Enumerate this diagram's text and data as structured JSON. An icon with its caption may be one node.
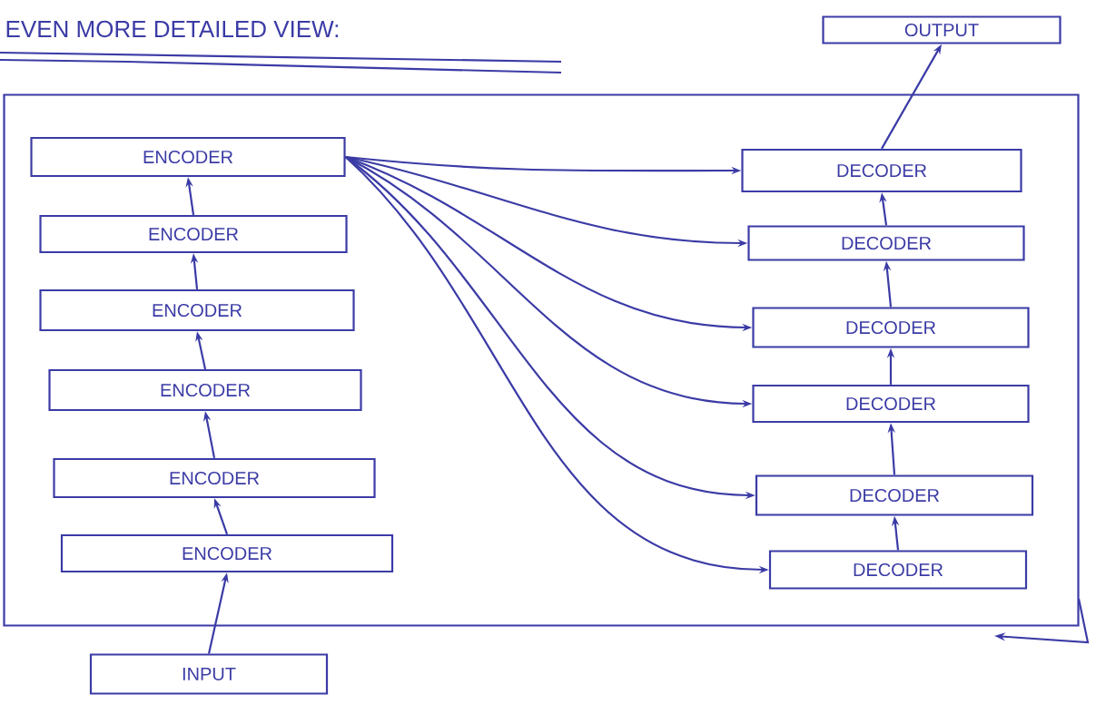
{
  "diagram": {
    "title": "EVEN MORE DETAILED VIEW:",
    "nodes": [
      {
        "text": [],
        "shape": "box"
      },
      {
        "text": [
          "ENCODER"
        ],
        "in": 0
      },
      {
        "text": [
          "ENCODER"
        ],
        "in": 0
      },
      {
        "text": [
          "ENCODER"
        ],
        "in": 0
      },
      {
        "text": [
          "ENCODER"
        ],
        "in": 0
      },
      {
        "text": [
          "ENCODER"
        ],
        "in": 0
      },
      {
        "text": [
          "ENCODER"
        ],
        "in": 0
      },
      {
        "text": [
          "DECODER"
        ],
        "in": 0
      },
      {
        "text": [
          "DECODER"
        ],
        "in": 0
      },
      {
        "text": [
          "DECODER"
        ],
        "in": 0
      },
      {
        "text": [
          "DECODER"
        ],
        "in": 0
      },
      {
        "text": [
          "DECODER"
        ],
        "in": 0
      },
      {
        "text": [
          "DECODER"
        ],
        "in": 0
      },
      {
        "text": [
          "INPUT"
        ]
      },
      {
        "text": [
          "OUTPUT"
        ]
      }
    ],
    "edges": [
      {
        "from": 13,
        "to": 6,
        "arrow": "to"
      },
      {
        "from": 6,
        "to": 5,
        "arrow": "to"
      },
      {
        "from": 5,
        "to": 4,
        "arrow": "to"
      },
      {
        "from": 4,
        "to": 3,
        "arrow": "to"
      },
      {
        "from": 3,
        "to": 2,
        "arrow": "to"
      },
      {
        "from": 2,
        "to": 1,
        "arrow": "to"
      },
      {
        "from": 1,
        "to": 7,
        "arrow": "to"
      },
      {
        "from": 1,
        "to": 8,
        "arrow": "to"
      },
      {
        "from": 1,
        "to": 9,
        "arrow": "to"
      },
      {
        "from": 1,
        "to": 10,
        "arrow": "to"
      },
      {
        "from": 1,
        "to": 11,
        "arrow": "to"
      },
      {
        "from": 1,
        "to": 12,
        "arrow": "to"
      },
      {
        "from": 12,
        "to": 11,
        "arrow": "to"
      },
      {
        "from": 11,
        "to": 10,
        "arrow": "to"
      },
      {
        "from": 10,
        "to": 9,
        "arrow": "to"
      },
      {
        "from": 9,
        "to": 8,
        "arrow": "to"
      },
      {
        "from": 8,
        "to": 7,
        "arrow": "to"
      },
      {
        "from": 7,
        "to": 14,
        "arrow": "to"
      }
    ]
  }
}
